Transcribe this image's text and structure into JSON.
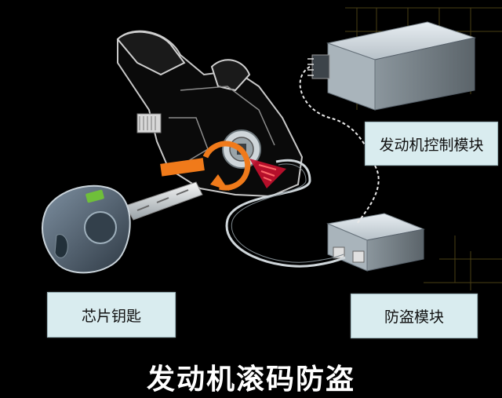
{
  "labels": {
    "engine_control_module": "发动机控制模块",
    "chip_key": "芯片钥匙",
    "immobilizer_module": "防盗模块"
  },
  "banner": {
    "title": "发动机滚码防盗"
  },
  "colors": {
    "background": "#000000",
    "label_fill": "#d9ecef",
    "key_accent": "#6fbf3a",
    "arrow": "#f07a1a",
    "reader_signal": "#c8102e"
  }
}
